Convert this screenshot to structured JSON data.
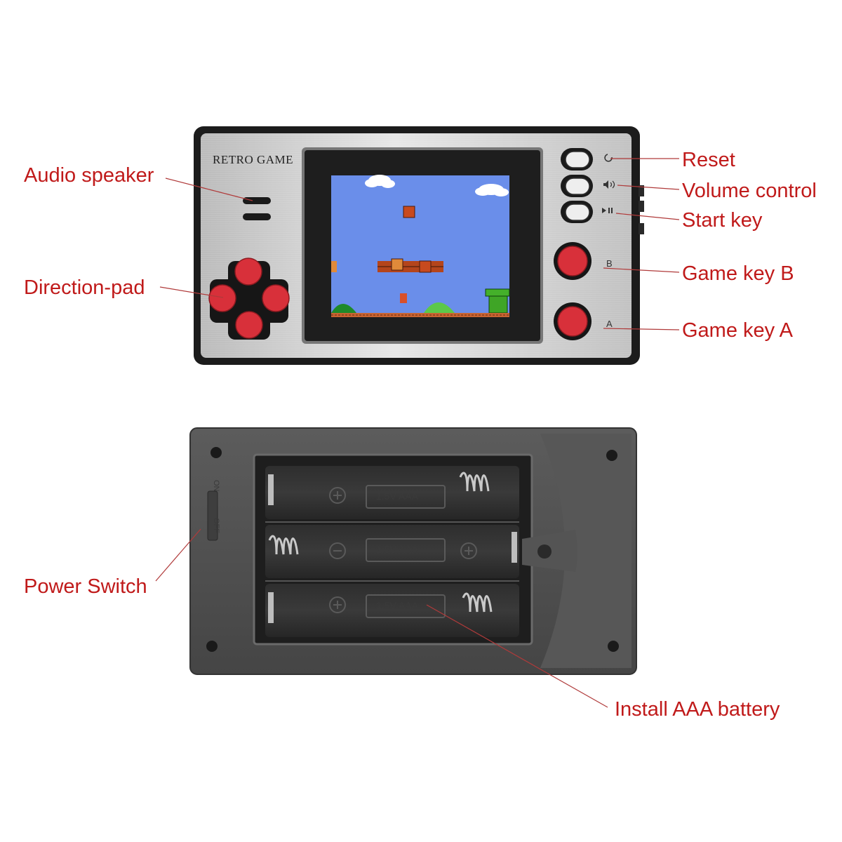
{
  "device": {
    "brand": "RETRO GAME",
    "button_marks": {
      "b": "B",
      "a": "A"
    },
    "icons": [
      "reset-icon",
      "volume-icon",
      "play-pause-icon"
    ]
  },
  "battery_tray": {
    "cell_marking": "1.5V AAA",
    "switch_on": "ON",
    "switch_off": "OFF"
  },
  "callouts": {
    "audio_speaker": "Audio speaker",
    "direction_pad": "Direction-pad",
    "reset": "Reset",
    "volume_control": "Volume control",
    "start_key": "Start key",
    "game_key_b": "Game key B",
    "game_key_a": "Game key A",
    "power_switch": "Power Switch",
    "install_battery": "Install AAA battery"
  },
  "colors": {
    "callout_text": "#c01a1a",
    "leader_line": "#b03a3a",
    "button_red": "#d8303a",
    "shell_black": "#1c1c1c",
    "silver_face": "#c8c8c8",
    "screen_sky": "#6a8eea",
    "tray_grey": "#4e4e4e"
  }
}
